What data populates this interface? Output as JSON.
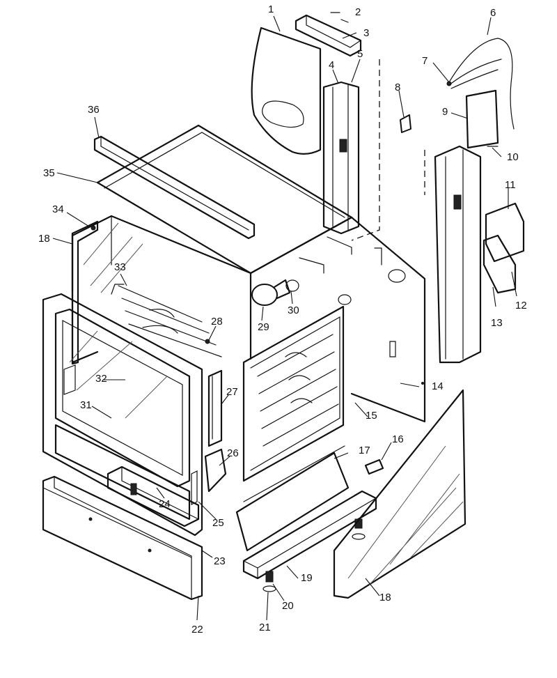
{
  "callouts": [
    {
      "id": 1,
      "text": "1"
    },
    {
      "id": 2,
      "text": "2"
    },
    {
      "id": 3,
      "text": "3"
    },
    {
      "id": 4,
      "text": "4"
    },
    {
      "id": 5,
      "text": "5"
    },
    {
      "id": 6,
      "text": "6"
    },
    {
      "id": 7,
      "text": "7"
    },
    {
      "id": 8,
      "text": "8"
    },
    {
      "id": 9,
      "text": "9"
    },
    {
      "id": 10,
      "text": "10"
    },
    {
      "id": 11,
      "text": "11"
    },
    {
      "id": 12,
      "text": "12"
    },
    {
      "id": 13,
      "text": "13"
    },
    {
      "id": 14,
      "text": "14"
    },
    {
      "id": 15,
      "text": "15"
    },
    {
      "id": 16,
      "text": "16"
    },
    {
      "id": 17,
      "text": "17"
    },
    {
      "id": "18a",
      "text": "18"
    },
    {
      "id": "18b",
      "text": "18"
    },
    {
      "id": 19,
      "text": "19"
    },
    {
      "id": 20,
      "text": "20"
    },
    {
      "id": 21,
      "text": "21"
    },
    {
      "id": 22,
      "text": "22"
    },
    {
      "id": 23,
      "text": "23"
    },
    {
      "id": 24,
      "text": "24"
    },
    {
      "id": 25,
      "text": "25"
    },
    {
      "id": 26,
      "text": "26"
    },
    {
      "id": 27,
      "text": "27"
    },
    {
      "id": 28,
      "text": "28"
    },
    {
      "id": 29,
      "text": "29"
    },
    {
      "id": 30,
      "text": "30"
    },
    {
      "id": 31,
      "text": "31"
    },
    {
      "id": 32,
      "text": "32"
    },
    {
      "id": 33,
      "text": "33"
    },
    {
      "id": 34,
      "text": "34"
    },
    {
      "id": 35,
      "text": "35"
    },
    {
      "id": 36,
      "text": "36"
    }
  ]
}
